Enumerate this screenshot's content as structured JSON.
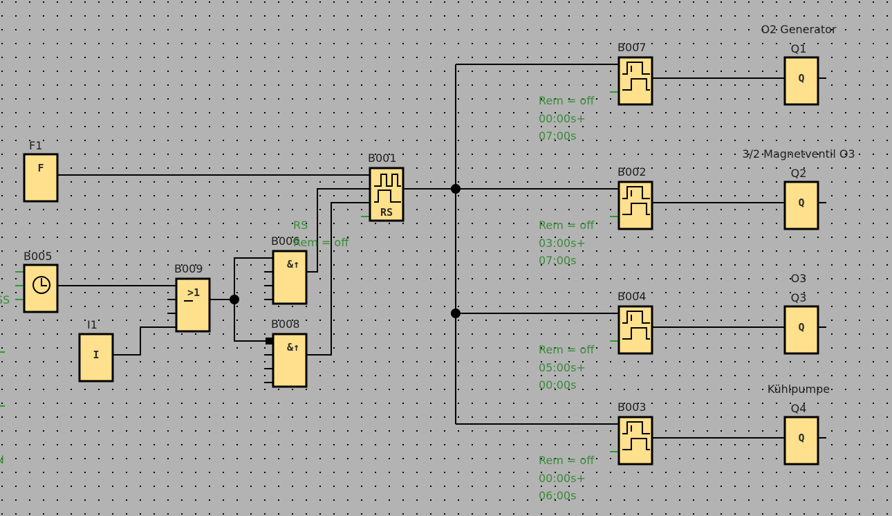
{
  "diagram": {
    "type": "LOGO! function block diagram",
    "background": "#b3b3b3",
    "block_fill": "#ffe08c",
    "param_color": "#3a8a3a",
    "blocks": [
      {
        "id": "F1",
        "label": "F1",
        "symbol": "F",
        "kind": "flag"
      },
      {
        "id": "B005",
        "label": "B005",
        "symbol": "clock-icon",
        "kind": "timer-switch"
      },
      {
        "id": "I1",
        "label": "I1",
        "symbol": "I",
        "kind": "input"
      },
      {
        "id": "B009",
        "label": "B009",
        "symbol": "≥1",
        "kind": "or"
      },
      {
        "id": "B006",
        "label": "B006",
        "symbol": "&↑",
        "kind": "and-edge"
      },
      {
        "id": "B008",
        "label": "B008",
        "symbol": "&↑",
        "kind": "and-edge"
      },
      {
        "id": "B001",
        "label": "B001",
        "symbol": "RS",
        "kind": "pulse-relay",
        "params": [
          "RS",
          "Rem = off"
        ]
      },
      {
        "id": "B007",
        "label": "B007",
        "kind": "on-off-delay",
        "params": [
          "Rem = off",
          "00:00s+",
          "07:00s"
        ]
      },
      {
        "id": "B002",
        "label": "B002",
        "kind": "on-off-delay",
        "params": [
          "Rem = off",
          "03:00s+",
          "07:00s"
        ]
      },
      {
        "id": "B004",
        "label": "B004",
        "kind": "on-off-delay",
        "params": [
          "Rem = off",
          "05:00s+",
          "00:00s"
        ]
      },
      {
        "id": "B003",
        "label": "B003",
        "kind": "on-off-delay",
        "params": [
          "Rem = off",
          "00:00s+",
          "06:00s"
        ]
      },
      {
        "id": "Q1",
        "label": "Q1",
        "symbol": "Q",
        "kind": "output",
        "name": "O2 Generator"
      },
      {
        "id": "Q2",
        "label": "Q2",
        "symbol": "Q",
        "kind": "output",
        "name": "3/2 Magnetventil O3"
      },
      {
        "id": "Q3",
        "label": "Q3",
        "symbol": "Q",
        "kind": "output",
        "name": "O3"
      },
      {
        "id": "Q4",
        "label": "Q4",
        "symbol": "Q",
        "kind": "output",
        "name": "Kühlpumpe"
      }
    ],
    "partial_labels": {
      "b005_left": "SS",
      "bottom_left": "N"
    }
  }
}
